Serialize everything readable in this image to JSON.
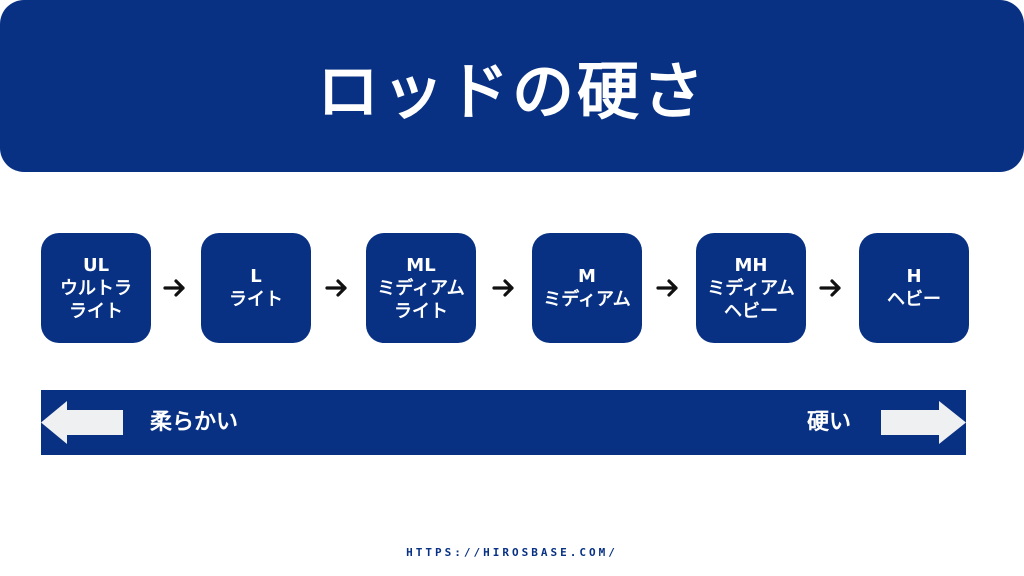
{
  "colors": {
    "primary": "#083184",
    "text_light": "#ffffff",
    "arrow_dark": "#111111",
    "scale_arrow": "#eef0f2",
    "footer_text": "#083184"
  },
  "header": {
    "title": "ロッドの硬さ"
  },
  "flow": {
    "boxes": [
      {
        "lines": [
          "UL",
          "ウルトラ",
          "ライト"
        ]
      },
      {
        "lines": [
          "L",
          "ライト"
        ]
      },
      {
        "lines": [
          "ML",
          "ミディアム",
          "ライト"
        ]
      },
      {
        "lines": [
          "M",
          "ミディアム"
        ]
      },
      {
        "lines": [
          "MH",
          "ミディアム",
          "ヘビー"
        ]
      },
      {
        "lines": [
          "H",
          "ヘビー"
        ]
      }
    ],
    "arrow_icon": "arrow-right-icon"
  },
  "scale": {
    "soft_label": "柔らかい",
    "hard_label": "硬い",
    "left_icon": "arrow-left-icon",
    "right_icon": "arrow-right-icon"
  },
  "footer": {
    "url": "HTTPS://HIROSBASE.COM/"
  }
}
